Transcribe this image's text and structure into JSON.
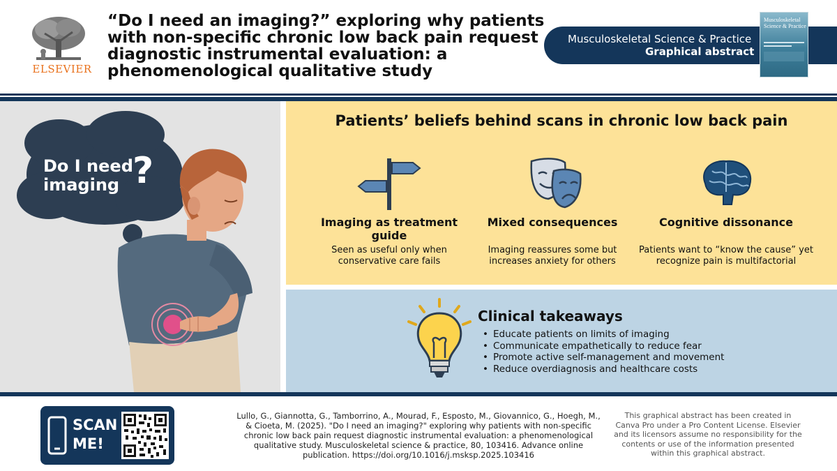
{
  "header": {
    "publisher": "ELSEVIER",
    "title": "“Do I need an imaging?” exploring why patients with non-specific chronic low back pain request diagnostic instrumental evaluation: a phenomenological qualitative study",
    "journal_name": "Musculoskeletal Science & Practice",
    "journal_subtitle": "Graphical abstract",
    "cover_title": "Musculoskeletal Science & Practice"
  },
  "illustration": {
    "bubble_text": "Do I need imaging",
    "bubble_mark": "?"
  },
  "beliefs": {
    "title": "Patients’ beliefs behind scans in chronic low back pain",
    "items": [
      {
        "icon": "signpost-icon",
        "heading": "Imaging as treatment guide",
        "text": "Seen as useful only when conservative care fails"
      },
      {
        "icon": "theater-masks-icon",
        "heading": "Mixed consequences",
        "text": "Imaging reassures some but increases anxiety for others"
      },
      {
        "icon": "brain-icon",
        "heading": "Cognitive dissonance",
        "text": "Patients want to “know the cause” yet recognize pain is multifactorial"
      }
    ]
  },
  "takeaways": {
    "title": "Clinical takeaways",
    "items": [
      "Educate patients on limits of imaging",
      "Communicate empathetically to reduce fear",
      "Promote active self-management and movement",
      "Reduce overdiagnosis and healthcare costs"
    ]
  },
  "footer": {
    "scan_text": "SCAN ME!",
    "citation": "Lullo, G., Giannotta, G., Tamborrino, A., Mourad, F., Esposto, M., Giovannico, G., Hoegh, M., & Cioeta, M. (2025). \"Do I need an imaging?\" exploring why patients with non-specific chronic low back pain request diagnostic instrumental evaluation: a phenomenological qualitative study. Musculoskeletal science & practice, 80, 103416. Advance online publication. https://doi.org/10.1016/j.msksp.2025.103416",
    "disclaimer": "This graphical abstract has been created in Canva Pro under a Pro Content License. Elsevier and its licensors assume no responsibility for the contents or use of the information presented within this graphical abstract."
  },
  "colors": {
    "navy": "#14365a",
    "yellow_panel": "#fde298",
    "blue_panel": "#bdd4e4",
    "grey_panel": "#e3e3e3",
    "elsevier_orange": "#e9711c"
  }
}
